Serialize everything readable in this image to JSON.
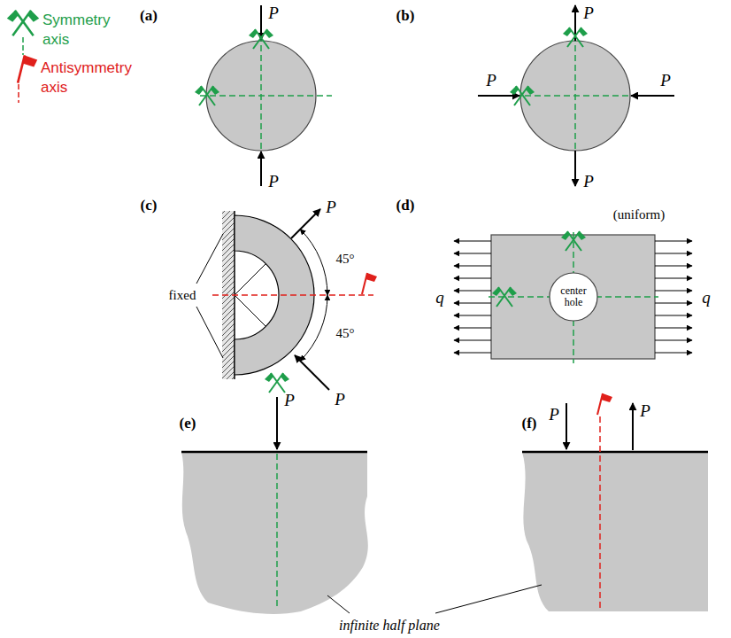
{
  "diagram": {
    "nodes": [
      {
        "text": [
          "center hole"
        ]
      }
    ],
    "labels": [
      "(a)",
      "P",
      "P",
      "(b)",
      "P",
      "P",
      "P",
      "P",
      "(c)",
      "fixed",
      "P",
      "45°",
      "45°",
      "P",
      "(d)",
      "(uniform)",
      "q",
      "q",
      "(e)",
      "P",
      "(f)",
      "P",
      "P",
      "infinite half plane"
    ],
    "legend": [
      {
        "text": "Symmetry axis"
      },
      {
        "text": "Antisymmetry axis"
      }
    ]
  }
}
